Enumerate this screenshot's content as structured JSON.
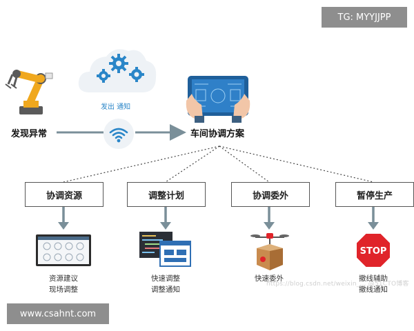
{
  "watermark_top": "TG: MYYJJPP",
  "watermark_bottom": "www.csahnt.com",
  "notify_text": "发出  通知",
  "left_label": "发现异常",
  "center_label": "车间协调方案",
  "branches": [
    {
      "title": "协调资源",
      "captions": [
        "资源建议",
        "现场调整"
      ]
    },
    {
      "title": "调整计划",
      "captions": [
        "快速调整",
        "调整通知"
      ]
    },
    {
      "title": "协调委外",
      "captions": [
        "快速委外"
      ]
    },
    {
      "title": "暂停生产",
      "captions": [
        "撤线辅助",
        "撤线通知"
      ]
    }
  ],
  "stop_sign_text": "STOP",
  "faint_url": "https://blog.csdn.net/weixin_...  @51CTO博客",
  "colors": {
    "arrow": "#7a8f99",
    "blue": "#2a86c8",
    "robot": "#f0a81e",
    "stop": "#e0242a"
  }
}
